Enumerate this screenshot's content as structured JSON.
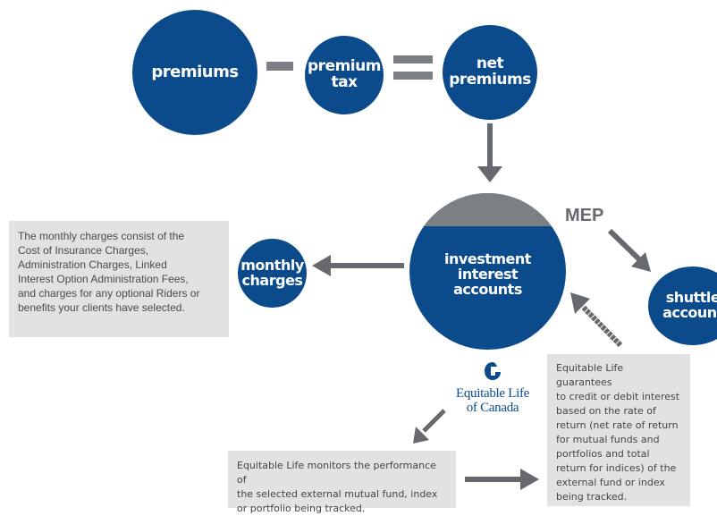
{
  "nodes": {
    "premiums": "premiums",
    "premium_tax": "premium\ntax",
    "net_premiums": "net\npremiums",
    "investment_interest_accounts": "investment\ninterest\naccounts",
    "monthly_charges": "monthly\ncharges",
    "shuttle_account": "shuttle\naccount"
  },
  "mep_label": "MEP",
  "notes": {
    "monthly_charges": "The monthly charges consist of the\nCost of Insurance Charges,\nAdministration Charges, Linked\nInterest Option Administration Fees,\nand charges for any optional Riders or\nbenefits your clients have selected.",
    "monitoring": "Equitable Life monitors the performance of\nthe selected external mutual fund, index\nor portfolio being tracked.",
    "guarantee": "Equitable Life guarantees\nto credit or debit interest\nbased on the rate of\nreturn (net rate of return\nfor mutual funds and\nportfolios and total\nreturn for indices) of the\nexternal fund or index\nbeing tracked."
  },
  "logo": {
    "name": "Equitable Life\nof Canada"
  },
  "colors": {
    "circle": "#0b4b8c",
    "accent_grey": "#7c7f83",
    "note_background": "#e2e2e2"
  }
}
